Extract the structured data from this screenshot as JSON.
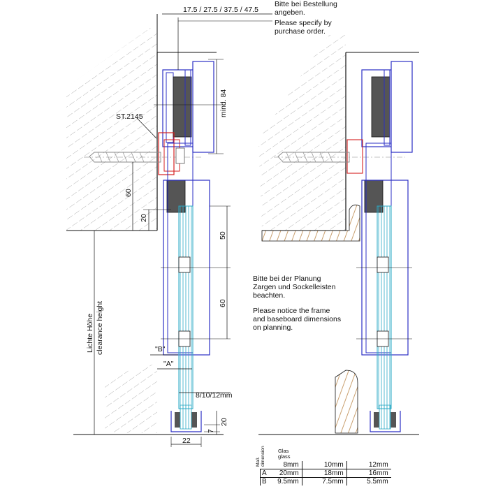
{
  "notes": {
    "order_de": "Bitte bei Bestellung",
    "order_de2": "angeben.",
    "order_en": "Please specify by",
    "order_en2": "purchase order.",
    "plan_de": "Bitte bei der Planung",
    "plan_de2": "Zargen und Sockelleisten",
    "plan_de3": "beachten.",
    "plan_en": "Please notice the frame",
    "plan_en2": "and baseboard dimensions",
    "plan_en3": "on planning."
  },
  "dimensions": {
    "offsets": "17.5 / 27.5 / 37.5 / 47.5",
    "min84": "mind. 84",
    "part": "ST.2145",
    "d60a": "60",
    "d20a": "20",
    "d50": "50",
    "d60b": "60",
    "b_label": "\"B\"",
    "a_label": "\"A\"",
    "glass": "8/10/12mm",
    "d20b": "20",
    "d7": "7",
    "d22": "22",
    "clear_de": "Lichte Höhe",
    "clear_en": "clearance height"
  },
  "spec_table": {
    "glass_de": "Glas",
    "glass_en": "glass",
    "row_label_de": "Maß",
    "row_label_en": "dimension",
    "columns": [
      "8mm",
      "10mm",
      "12mm"
    ],
    "rows": [
      {
        "label": "A",
        "values": [
          "20mm",
          "18mm",
          "16mm"
        ]
      },
      {
        "label": "B",
        "values": [
          "9.5mm",
          "7.5mm",
          "5.5mm"
        ]
      }
    ]
  },
  "colors": {
    "line": "#111111",
    "profile": "#2b2fc4",
    "bracket": "#d42020",
    "glass": "#2aa9c4",
    "roller": "#555555",
    "wood": "#c9a070",
    "hatch": "#aaaaaa"
  }
}
